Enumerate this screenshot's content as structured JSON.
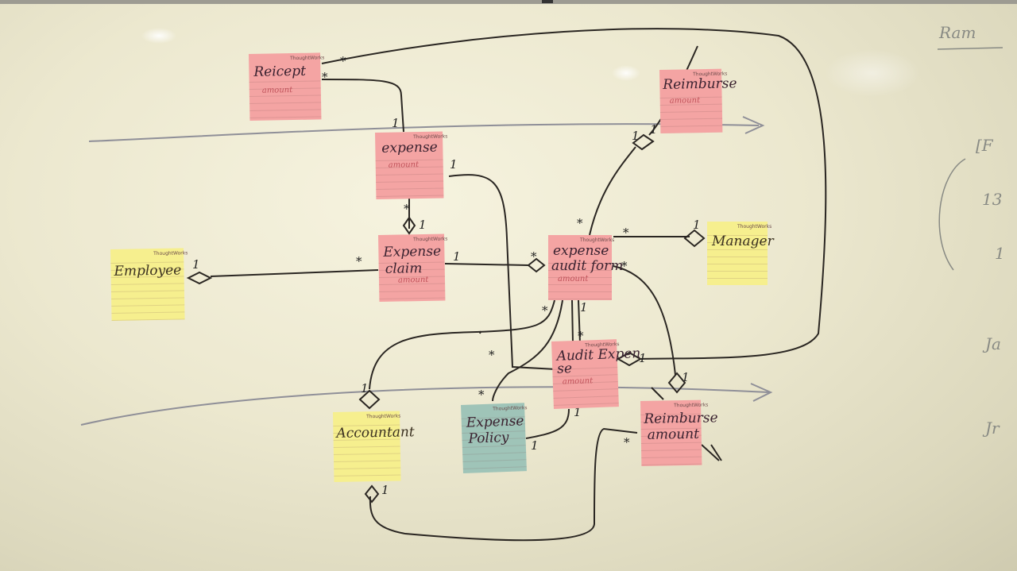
{
  "notes": {
    "receipt": {
      "brand": "ThoughtWorks",
      "title": "Reicept",
      "subtitle": "amount",
      "color": "#f4a4a3"
    },
    "expense": {
      "brand": "ThoughtWorks",
      "title": "expense",
      "subtitle": "amount",
      "color": "#f4a4a3"
    },
    "expense_claim": {
      "brand": "ThoughtWorks",
      "title": "Expense",
      "title2": "claim",
      "subtitle": "amount",
      "color": "#f4a4a3"
    },
    "employee": {
      "brand": "ThoughtWorks",
      "title": "Employee",
      "color": "#f6ef8e"
    },
    "audit_form": {
      "brand": "ThoughtWorks",
      "title": "expense",
      "title2": "audit form",
      "subtitle": "amount",
      "color": "#f4a4a3"
    },
    "reimburse_top": {
      "brand": "ThoughtWorks",
      "title": "Reimburse",
      "subtitle": "amount",
      "color": "#f4a4a3"
    },
    "manager": {
      "brand": "ThoughtWorks",
      "title": "Manager",
      "color": "#f6ef8e"
    },
    "audit_expense": {
      "brand": "ThoughtWorks",
      "title": "Audit Expen",
      "title2": "se",
      "subtitle": "amount",
      "color": "#f4a4a3"
    },
    "expense_policy": {
      "brand": "ThoughtWorks",
      "title": "Expense",
      "title2": "Policy",
      "color": "#9fc4b8"
    },
    "accountant": {
      "brand": "ThoughtWorks",
      "title": "Accountant",
      "color": "#f6ef8e"
    },
    "reimburse_bottom": {
      "brand": "ThoughtWorks",
      "title": "Reimburse",
      "title2": "amount",
      "color": "#f4a4a3"
    }
  },
  "multiplicities": {
    "m1": "*",
    "m2": "*",
    "m3": "1",
    "m4": "*",
    "m5": "1",
    "m6": "1",
    "m7": "*",
    "m8": "1",
    "m9": "1",
    "m10": "*",
    "m11": "1",
    "m12": "*",
    "m13": "*",
    "m14": "1",
    "m15": "1",
    "m16": "*",
    "m17": "1",
    "m18": "*",
    "m19": "1",
    "m20": "1",
    "m21": "*",
    "m22": "*",
    "m23": "1",
    "m24": "*",
    "m25": "1",
    "m26": "1",
    "m27": "1",
    "m28": "*",
    "m29": "1"
  },
  "edge_writing": {
    "top": "Ram",
    "right1": "[F",
    "right2": "13",
    "right3": "1",
    "right4": "Ja",
    "right5": "Jr"
  }
}
